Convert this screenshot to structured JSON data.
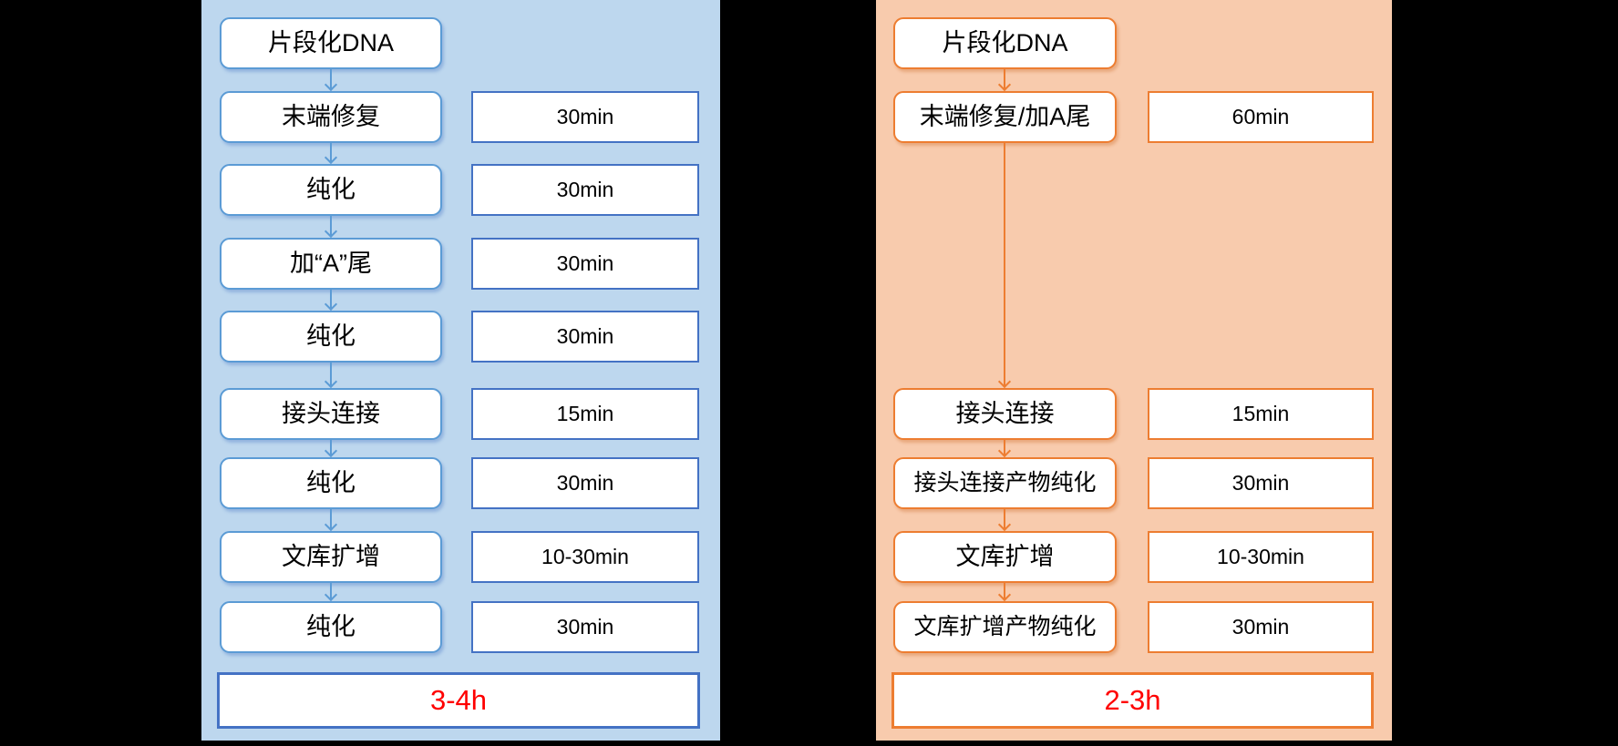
{
  "page": {
    "background_color": "#000000",
    "description_left_total_color": "#ff0000",
    "description_right_total_color": "#ff0000"
  },
  "left_panel": {
    "name": "standard-library-prep-workflow",
    "background_color": "#bdd7ee",
    "process_border_color": "#5b9bd5",
    "time_border_color": "#4472c4",
    "arrow_color": "#5b9bd5",
    "steps": [
      {
        "label": "片段化DNA",
        "time": ""
      },
      {
        "label": "末端修复",
        "time": "30min"
      },
      {
        "label": "纯化",
        "time": "30min"
      },
      {
        "label": "加“A”尾",
        "time": "30min"
      },
      {
        "label": "纯化",
        "time": "30min"
      },
      {
        "label": "接头连接",
        "time": "15min"
      },
      {
        "label": "纯化",
        "time": "30min"
      },
      {
        "label": "文库扩增",
        "time": "10-30min"
      },
      {
        "label": "纯化",
        "time": "30min"
      }
    ],
    "total": "3-4h",
    "total_color": "#ff0000"
  },
  "right_panel": {
    "name": "fast-library-prep-workflow",
    "background_color": "#f8cbad",
    "process_border_color": "#ed7d31",
    "time_border_color": "#ed7d31",
    "arrow_color": "#ed7d31",
    "steps": [
      {
        "label": "片段化DNA",
        "time": ""
      },
      {
        "label": "末端修复/加A尾",
        "time": "60min"
      },
      {
        "label": "接头连接",
        "time": "15min"
      },
      {
        "label": "接头连接产物纯化",
        "time": "30min"
      },
      {
        "label": "文库扩增",
        "time": "10-30min"
      },
      {
        "label": "文库扩增产物纯化",
        "time": "30min"
      }
    ],
    "total": "2-3h",
    "total_color": "#ff0000"
  }
}
